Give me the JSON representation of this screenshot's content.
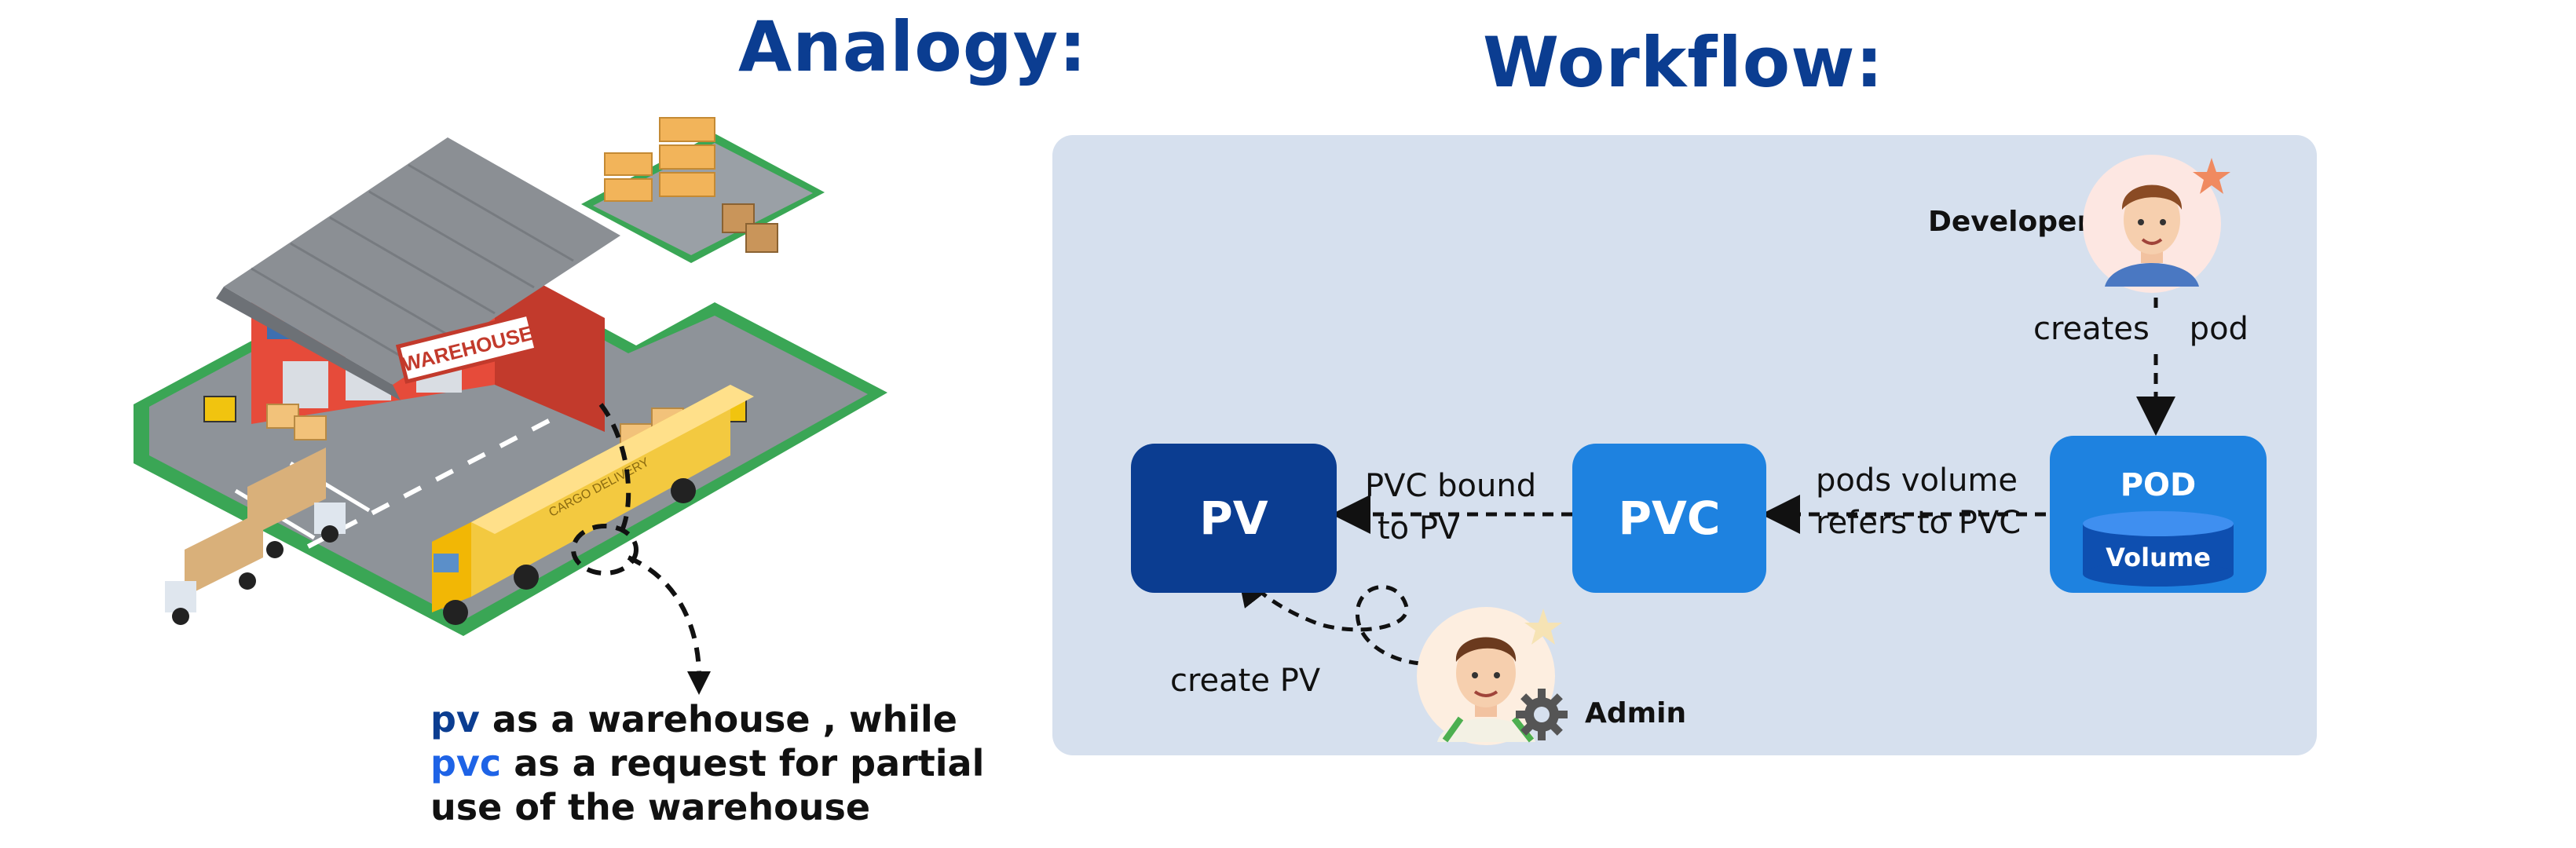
{
  "headings": {
    "analogy": "Analogy:",
    "workflow": "Workflow:"
  },
  "warehouse": {
    "sign": "WAREHOUSE",
    "truck_brand": "CARGO DELIVERY"
  },
  "caption": {
    "line1_key": "pv",
    "line1_rest": " as a warehouse , while",
    "line2_key": "pvc",
    "line2_rest": " as a request for partial",
    "line3": "use of the warehouse"
  },
  "nodes": {
    "pv": "PV",
    "pvc": "PVC",
    "pod": "POD",
    "volume": "Volume"
  },
  "people": {
    "developer": "Developer",
    "admin": "Admin"
  },
  "edges": {
    "creates_pod_a": "creates",
    "creates_pod_b": "pod",
    "pods_volume_1": "pods volume",
    "pods_volume_2": "refers to PVC",
    "pvc_bound_1": "PVC bound",
    "pvc_bound_2": "to PV",
    "create_pv": "create PV"
  },
  "colors": {
    "heading": "#0b3d91",
    "pv_box": "#0b3d91",
    "pvc_box": "#1e82e0",
    "pod_box": "#1e82e0",
    "panel": "#d6e0ee",
    "pvc_text": "#1e63e6"
  }
}
